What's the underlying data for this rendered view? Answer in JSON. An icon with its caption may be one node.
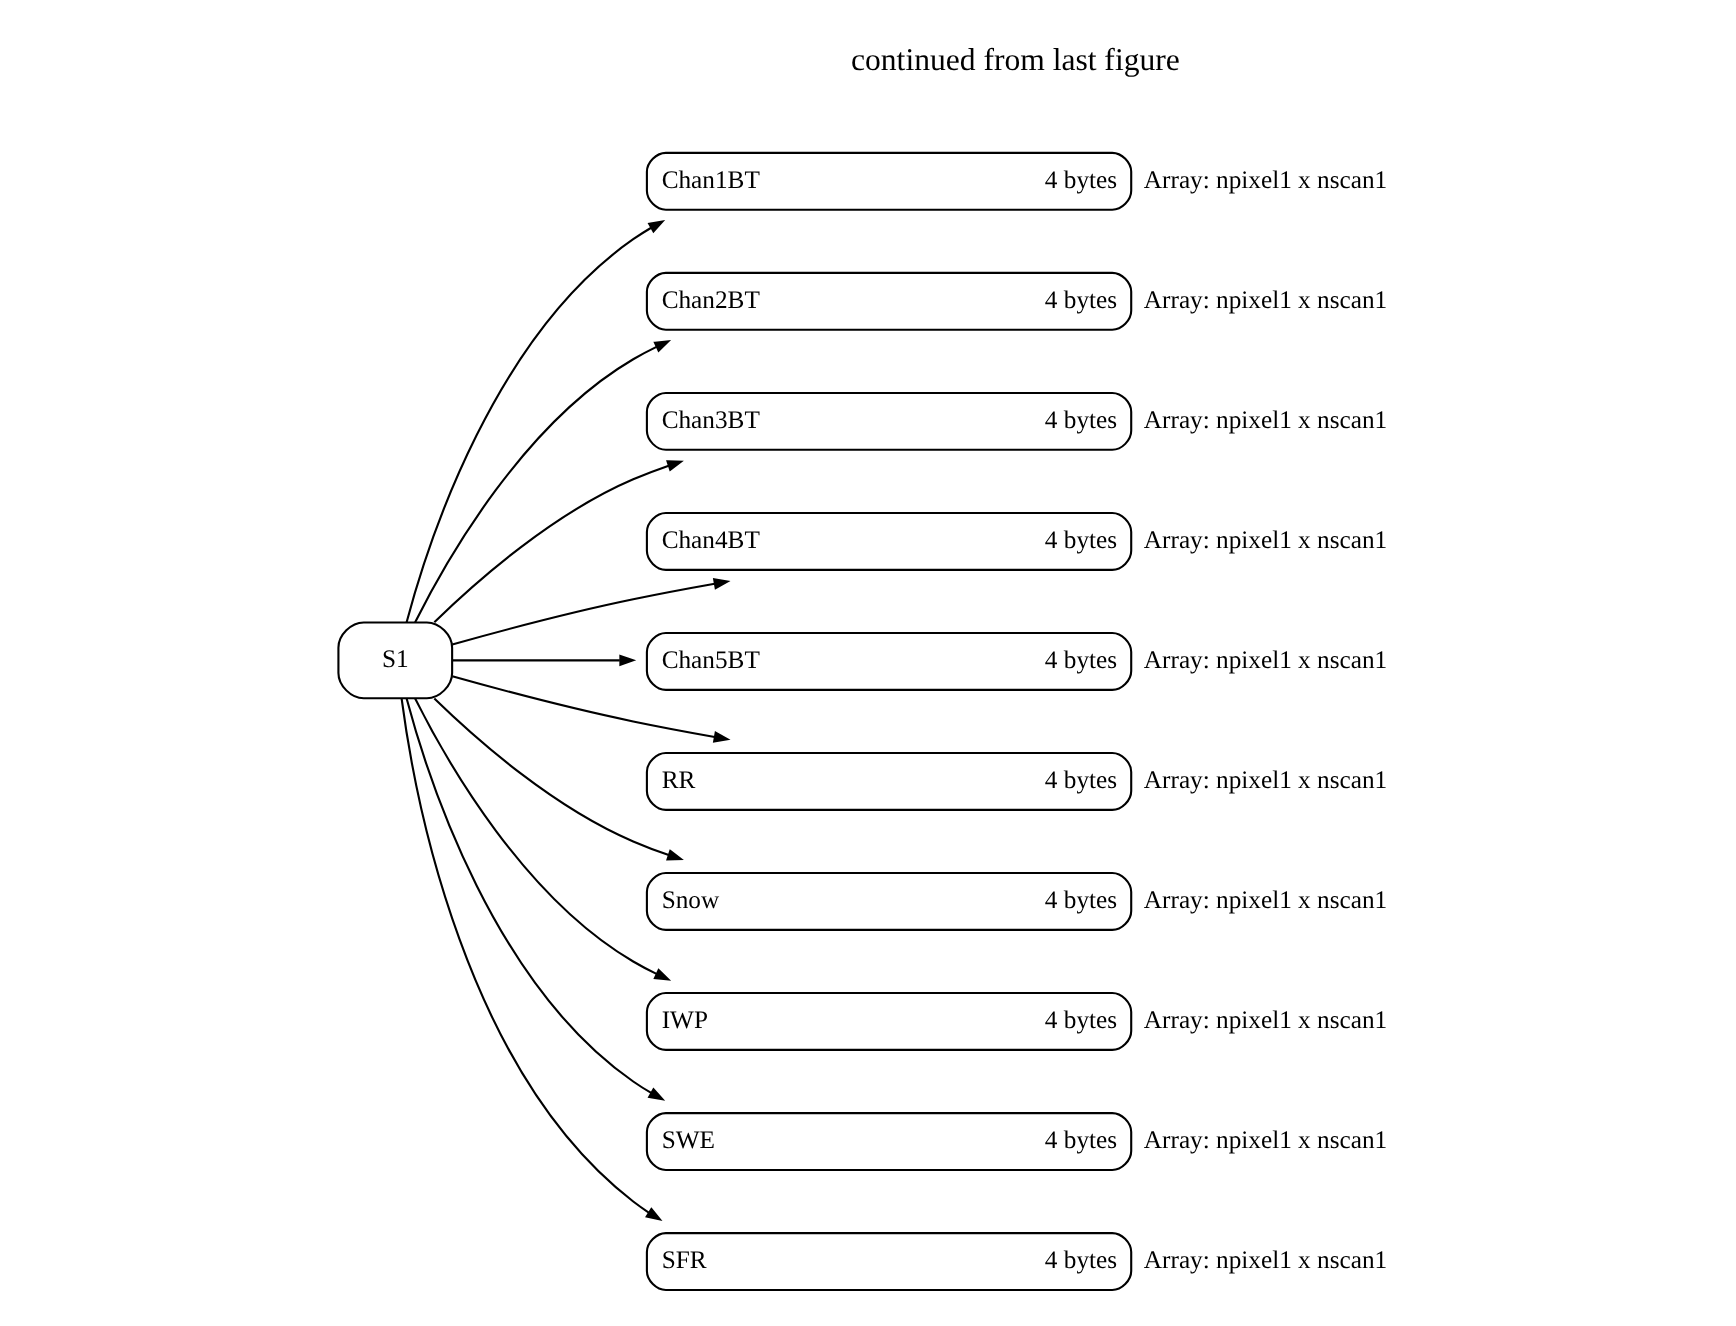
{
  "diagram": {
    "nodes": [
      {
        "text": [
          "S1"
        ]
      },
      {
        "text": [
          "Chan1BT",
          "4 bytes"
        ],
        "beside": [
          "Array: npixel1 x nscan1"
        ]
      },
      {
        "text": [
          "Chan2BT",
          "4 bytes"
        ],
        "beside": [
          "Array: npixel1 x nscan1"
        ]
      },
      {
        "text": [
          "Chan3BT",
          "4 bytes"
        ],
        "beside": [
          "Array: npixel1 x nscan1"
        ]
      },
      {
        "text": [
          "Chan4BT",
          "4 bytes"
        ],
        "beside": [
          "Array: npixel1 x nscan1"
        ]
      },
      {
        "text": [
          "Chan5BT",
          "4 bytes"
        ],
        "beside": [
          "Array: npixel1 x nscan1"
        ]
      },
      {
        "text": [
          "RR",
          "4 bytes"
        ],
        "beside": [
          "Array: npixel1 x nscan1"
        ]
      },
      {
        "text": [
          "Snow",
          "4 bytes"
        ],
        "beside": [
          "Array: npixel1 x nscan1"
        ]
      },
      {
        "text": [
          "IWP",
          "4 bytes"
        ],
        "beside": [
          "Array: npixel1 x nscan1"
        ]
      },
      {
        "text": [
          "SWE",
          "4 bytes"
        ],
        "beside": [
          "Array: npixel1 x nscan1"
        ]
      },
      {
        "text": [
          "SFR",
          "4 bytes"
        ],
        "beside": [
          "Array: npixel1 x nscan1"
        ]
      }
    ],
    "edges": [
      {
        "from": 0,
        "to": 1,
        "arrow": "to"
      },
      {
        "from": 0,
        "to": 2,
        "arrow": "to"
      },
      {
        "from": 0,
        "to": 3,
        "arrow": "to"
      },
      {
        "from": 0,
        "to": 4,
        "arrow": "to"
      },
      {
        "from": 0,
        "to": 5,
        "arrow": "to"
      },
      {
        "from": 0,
        "to": 6,
        "arrow": "to"
      },
      {
        "from": 0,
        "to": 7,
        "arrow": "to"
      },
      {
        "from": 0,
        "to": 8,
        "arrow": "to"
      },
      {
        "from": 0,
        "to": 9,
        "arrow": "to"
      },
      {
        "from": 0,
        "to": 10,
        "arrow": "to"
      }
    ],
    "labels": [
      "continued from last figure"
    ]
  }
}
